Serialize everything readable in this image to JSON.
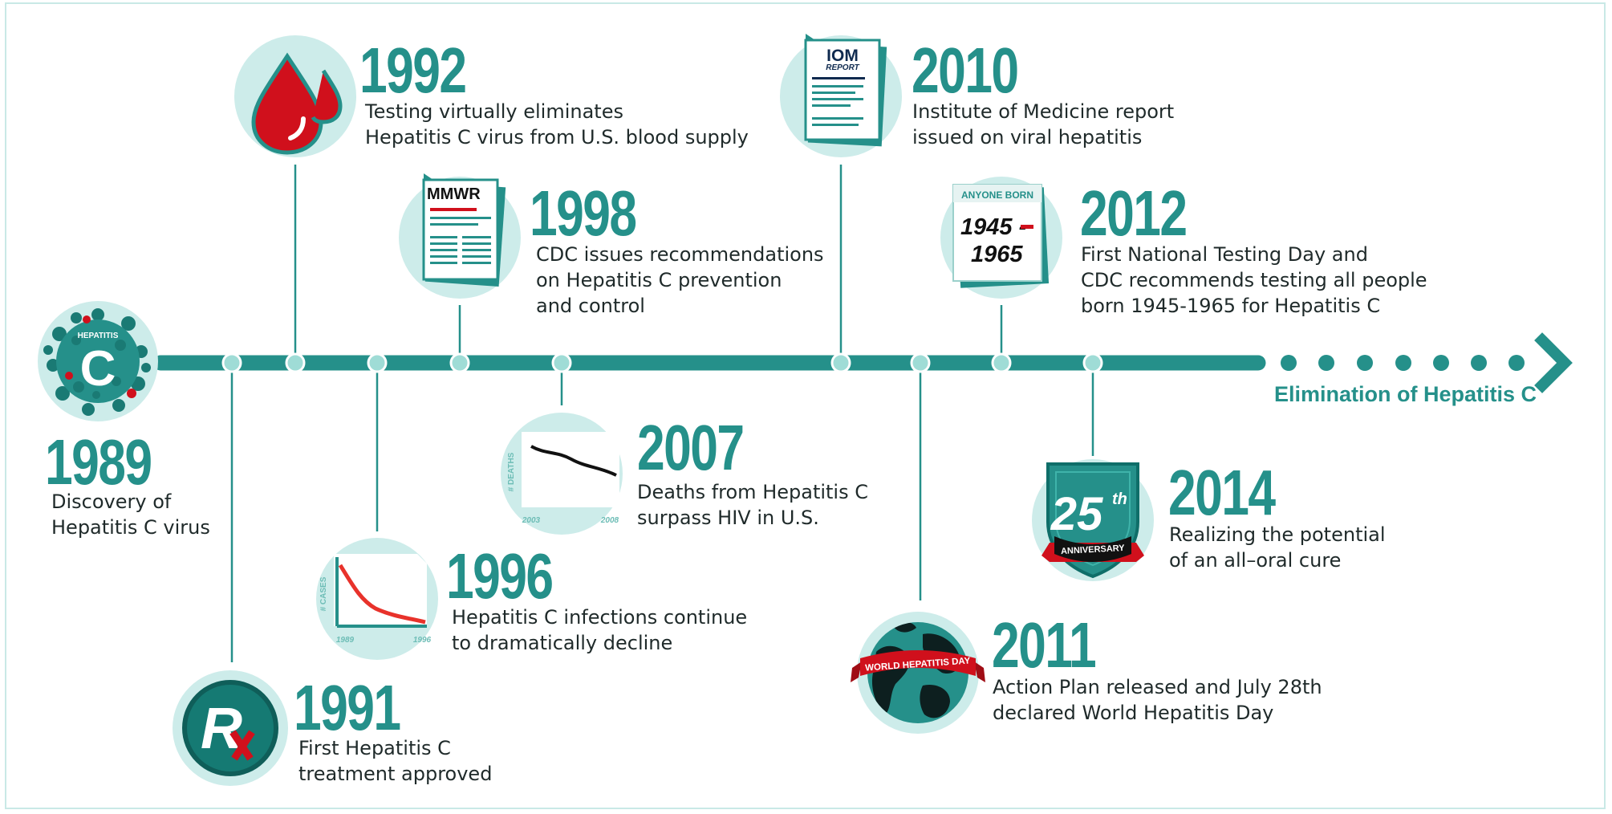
{
  "colors": {
    "teal": "#25908a",
    "dark_teal": "#0f6e69",
    "light_teal": "#cdecea",
    "blood_red": "#d0101c",
    "text": "#1f2a2a"
  },
  "end_label": "Elimination of Hepatitis C",
  "events": [
    {
      "id": "1989",
      "year": "1989",
      "lines": [
        "Discovery of",
        "Hepatitis C virus"
      ],
      "icon": "hepatitis-c-virus-icon",
      "icon_text": "HEPATITIS",
      "icon_letter": "C"
    },
    {
      "id": "1991",
      "year": "1991",
      "lines": [
        "First Hepatitis C",
        "treatment approved"
      ],
      "icon": "prescription-rx-icon",
      "icon_letter": "R"
    },
    {
      "id": "1992",
      "year": "1992",
      "lines": [
        "Testing virtually eliminates",
        "Hepatitis C virus from U.S. blood supply"
      ],
      "icon": "blood-drops-icon"
    },
    {
      "id": "1996",
      "year": "1996",
      "lines": [
        "Hepatitis C infections continue",
        "to dramatically decline"
      ],
      "icon": "declining-cases-chart-icon",
      "axis_label": "# CASES",
      "x_start": "1989",
      "x_end": "1996"
    },
    {
      "id": "1998",
      "year": "1998",
      "lines": [
        "CDC issues recommendations",
        "on Hepatitis C prevention",
        "and control"
      ],
      "icon": "mmwr-report-icon",
      "doc_title": "MMWR"
    },
    {
      "id": "2007",
      "year": "2007",
      "lines": [
        "Deaths from Hepatitis C",
        "surpass HIV in U.S."
      ],
      "icon": "deaths-chart-icon",
      "axis_label": "# DEATHS",
      "x_start": "2003",
      "x_end": "2008"
    },
    {
      "id": "2010",
      "year": "2010",
      "lines": [
        "Institute of Medicine report",
        "issued on viral hepatitis"
      ],
      "icon": "iom-report-icon",
      "doc_title": "IOM",
      "doc_subtitle": "REPORT"
    },
    {
      "id": "2011",
      "year": "2011",
      "lines": [
        "Action Plan released and July 28th",
        "declared World Hepatitis Day"
      ],
      "icon": "globe-icon",
      "banner": "WORLD HEPATITIS DAY"
    },
    {
      "id": "2012",
      "year": "2012",
      "lines": [
        "First National Testing Day and",
        "CDC recommends testing all people",
        "born 1945-1965 for Hepatitis C"
      ],
      "icon": "anyone-born-card-icon",
      "card_header": "ANYONE BORN",
      "card_line1": "1945 -",
      "card_line2": "1965"
    },
    {
      "id": "2014",
      "year": "2014",
      "lines": [
        "Realizing the potential",
        "of an all–oral cure"
      ],
      "icon": "anniversary-shield-icon",
      "badge_number": "25",
      "badge_suffix": "th",
      "badge_ribbon": "ANNIVERSARY"
    }
  ]
}
